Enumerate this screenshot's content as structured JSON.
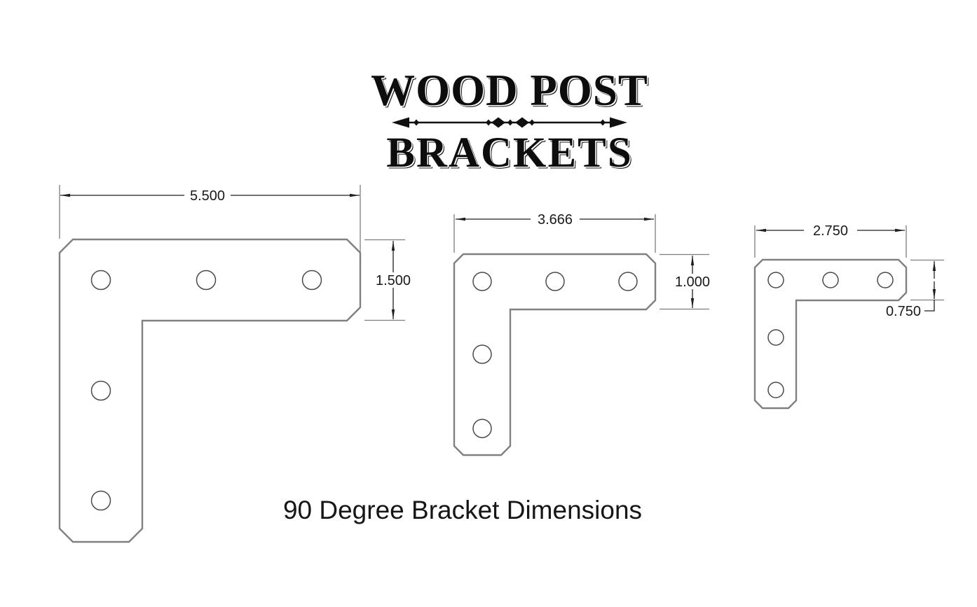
{
  "logo": {
    "line1": "WOOD POST",
    "line2": "BRACKETS",
    "divider_icon": "double-arrow-with-diamonds"
  },
  "caption": "90 Degree Bracket Dimensions",
  "diagram": {
    "brackets": [
      {
        "id": "large",
        "width_label": "5.500",
        "arm_label": "1.500",
        "width_in": 5.5,
        "arm_in": 1.5,
        "hole_count": 5
      },
      {
        "id": "medium",
        "width_label": "3.666",
        "arm_label": "1.000",
        "width_in": 3.666,
        "arm_in": 1.0,
        "hole_count": 5
      },
      {
        "id": "small",
        "width_label": "2.750",
        "arm_label": "0.750",
        "width_in": 2.75,
        "arm_in": 0.75,
        "hole_count": 5
      }
    ]
  },
  "colors": {
    "background": "#ffffff",
    "bracket_outline": "#808080",
    "dimension_lines": "#1f1f1f",
    "text": "#1a1a1a"
  }
}
